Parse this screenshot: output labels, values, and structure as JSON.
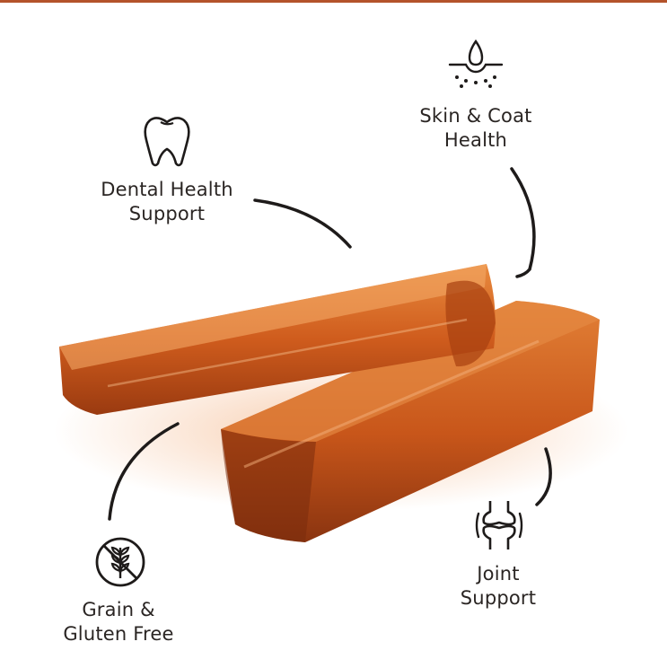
{
  "colors": {
    "accent_bar": "#b4532b",
    "text": "#2a2523",
    "chew_light": "#e07a2c",
    "chew_mid": "#c4561a",
    "chew_dark": "#8a3410"
  },
  "features": [
    {
      "icon": "tooth-icon",
      "line1": "Dental Health",
      "line2": "Support"
    },
    {
      "icon": "skin-droplet-icon",
      "line1": "Skin & Coat",
      "line2": "Health"
    },
    {
      "icon": "grain-free-icon",
      "line1": "Grain &",
      "line2": "Gluten Free"
    },
    {
      "icon": "joint-icon",
      "line1": "Joint",
      "line2": "Support"
    }
  ]
}
